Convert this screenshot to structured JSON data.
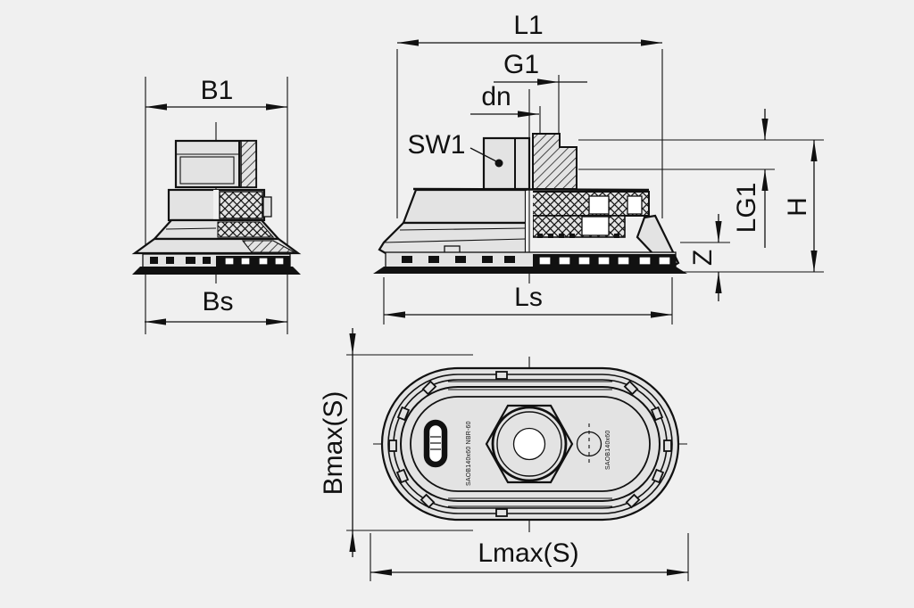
{
  "drawing_type": "technical-drawing-oval-suction-cup",
  "labels": {
    "b1": "B1",
    "bs": "Bs",
    "l1": "L1",
    "g1": "G1",
    "dn": "dn",
    "sw1": "SW1",
    "lg1": "LG1",
    "h": "H",
    "z": "Z",
    "ls": "Ls",
    "bmax_s": "Bmax(S)",
    "lmax_s": "Lmax(S)"
  },
  "markings": {
    "left": "SAOB140x60 NBR-60",
    "right": "SAOB140x60"
  },
  "colors": {
    "line": "#111111",
    "part_fill": "#e3e3e3",
    "background": "#f0f0f0",
    "white": "#ffffff"
  }
}
